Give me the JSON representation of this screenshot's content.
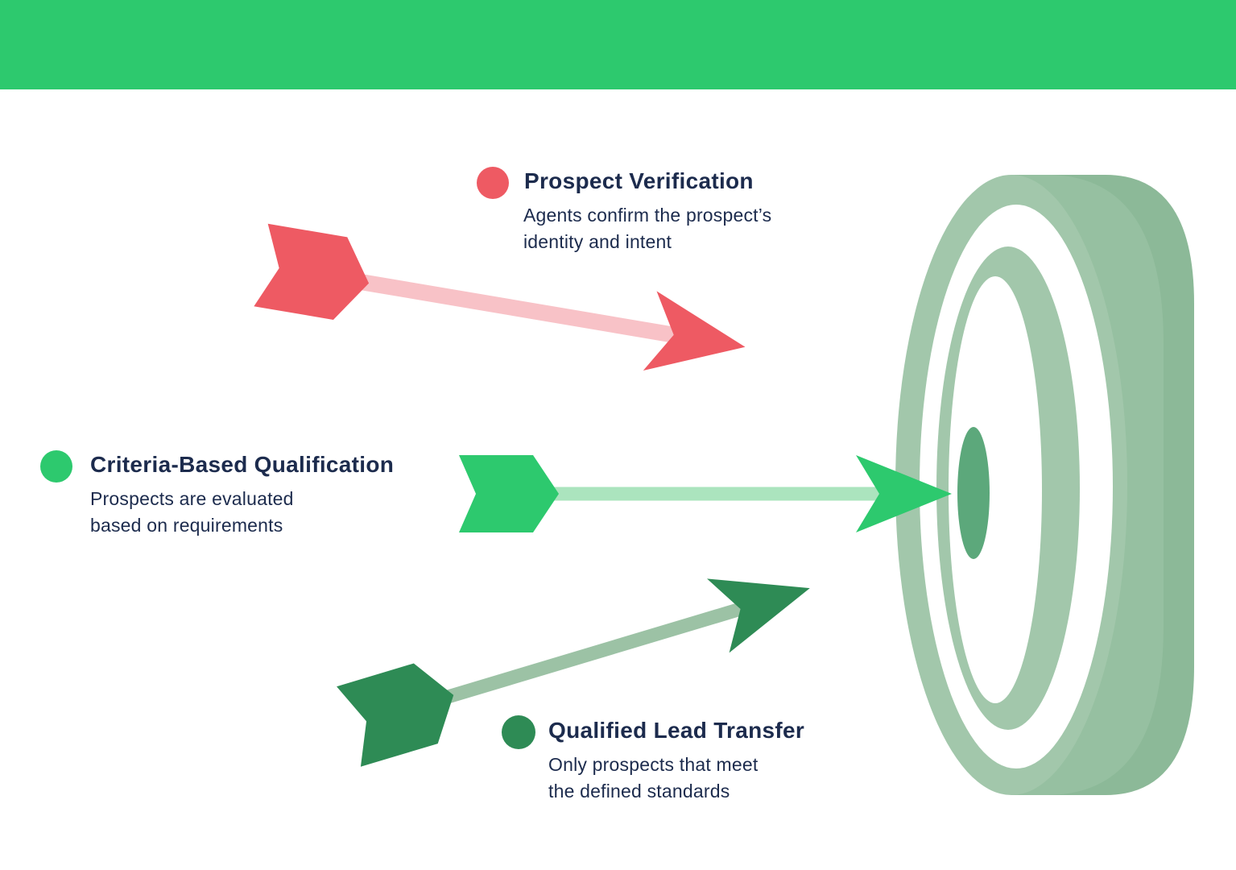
{
  "header": {
    "bar_color": "#2DC96E"
  },
  "items": [
    {
      "title": "Prospect Verification",
      "description_lines": [
        "Agents confirm the prospect’s",
        "identity and intent"
      ],
      "dot_color": "#EE5A63"
    },
    {
      "title": "Criteria-Based Qualification",
      "description_lines": [
        "Prospects are evaluated",
        "based on requirements"
      ],
      "dot_color": "#2DC96E"
    },
    {
      "title": "Qualified Lead Transfer",
      "description_lines": [
        "Only prospects that meet",
        "the defined standards"
      ],
      "dot_color": "#2E8B55"
    }
  ],
  "arrows": [
    {
      "name": "missed-high-arrow",
      "fill": "#EE5A63",
      "shaft": "#F8C2C7"
    },
    {
      "name": "on-target-arrow",
      "fill": "#2DC96E",
      "shaft": "#ABE4BE"
    },
    {
      "name": "missed-low-arrow",
      "fill": "#2E8B55",
      "shaft": "#9CC2A5"
    }
  ],
  "target": {
    "ring": "#A2C7AB",
    "ring_gap": "#FFFFFF",
    "bull": "#5CA87B",
    "side_light": "#96C0A1",
    "side_dark": "#8CB998"
  },
  "text_color": "#1C2B4D"
}
